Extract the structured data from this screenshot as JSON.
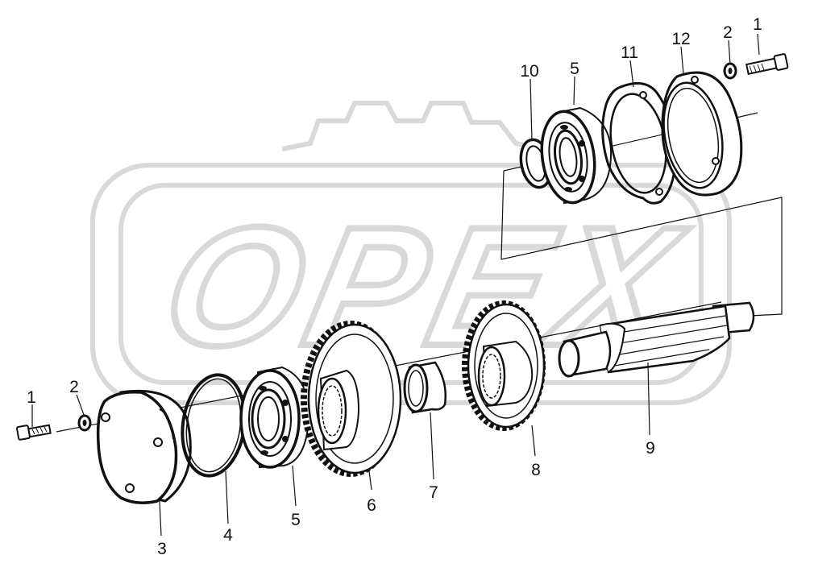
{
  "watermark": {
    "text": "OPEX"
  },
  "callouts": [
    {
      "id": "c1-right",
      "label": "1"
    },
    {
      "id": "c2-right",
      "label": "2"
    },
    {
      "id": "c12",
      "label": "12"
    },
    {
      "id": "c11",
      "label": "11"
    },
    {
      "id": "c5-top",
      "label": "5"
    },
    {
      "id": "c10",
      "label": "10"
    },
    {
      "id": "c1-left",
      "label": "1"
    },
    {
      "id": "c2-left",
      "label": "2"
    },
    {
      "id": "c3",
      "label": "3"
    },
    {
      "id": "c4",
      "label": "4"
    },
    {
      "id": "c5-bottom",
      "label": "5"
    },
    {
      "id": "c6",
      "label": "6"
    },
    {
      "id": "c7",
      "label": "7"
    },
    {
      "id": "c8",
      "label": "8"
    },
    {
      "id": "c9",
      "label": "9"
    }
  ],
  "colors": {
    "ink": "#111111",
    "watermark": "#d9d9d9"
  }
}
